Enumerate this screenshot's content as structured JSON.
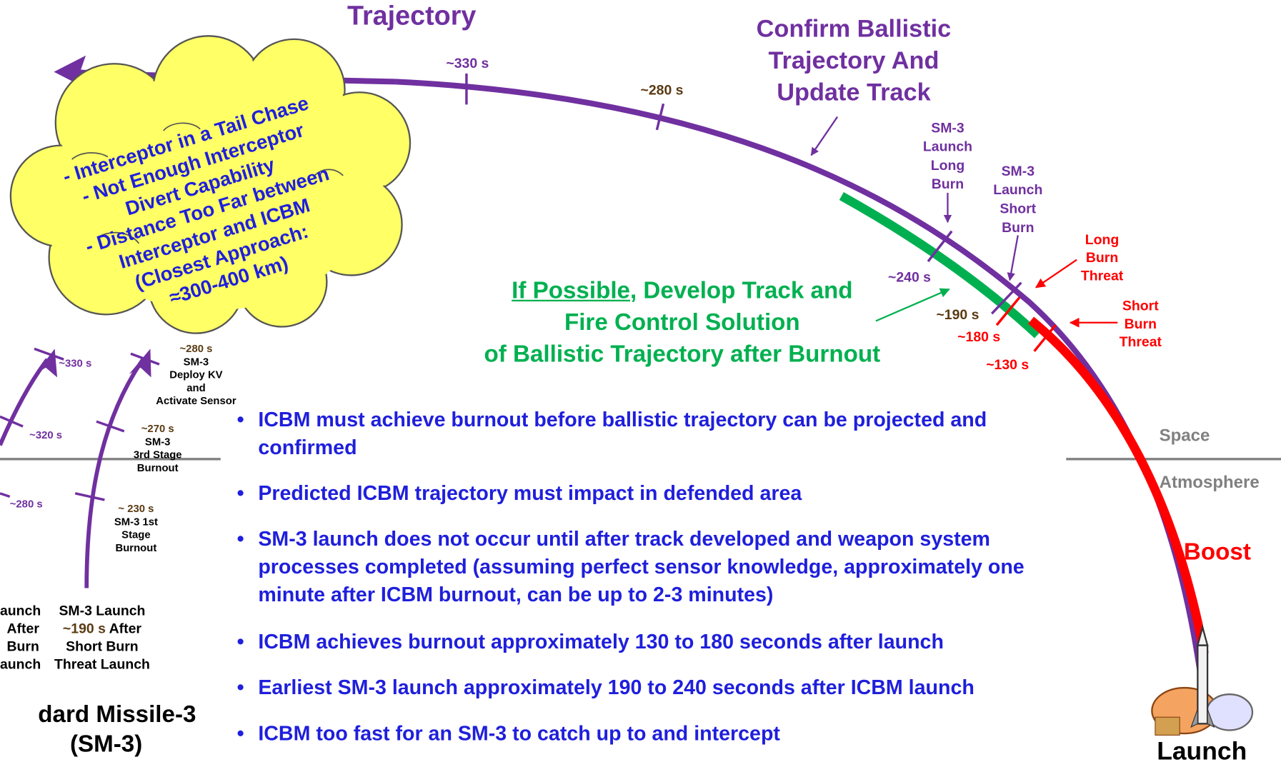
{
  "title_top": "Trajectory",
  "confirm_label": [
    "Confirm Ballistic",
    "Trajectory And",
    "Update Track"
  ],
  "time_marks": {
    "t330_top": "~330 s",
    "t280_top": "~280 s",
    "t240": "~240 s",
    "t190": "~190 s",
    "t180": "~180 s",
    "t130": "~130 s"
  },
  "sm3_long": [
    "SM-3",
    "Launch",
    "Long",
    "Burn"
  ],
  "sm3_short": [
    "SM-3",
    "Launch",
    "Short",
    "Burn"
  ],
  "long_threat": [
    "Long",
    "Burn",
    "Threat"
  ],
  "short_threat": [
    "Short",
    "Burn",
    "Threat"
  ],
  "fire_control": {
    "underlined": "If Possible",
    "rest": ", Develop Track and",
    "line2": "Fire Control Solution",
    "line3": "of Ballistic Trajectory after Burnout"
  },
  "cloud": {
    "line1": "- Interceptor in a  Tail Chase",
    "line2": "- Not Enough Interceptor",
    "line3": "Divert Capability",
    "line4": "- Distance Too Far between",
    "line5": "Interceptor and ICBM",
    "line6": "(Closest Approach:",
    "line7": "≈300-400 km)"
  },
  "left_marks": {
    "a330": "~330 s",
    "a320": "~320 s",
    "a280": "~280 s",
    "b280_time": "~280 s",
    "b280_text": [
      "SM-3",
      "Deploy KV",
      "and",
      "Activate Sensor"
    ],
    "b270_time": "~270 s",
    "b270_text": [
      "SM-3",
      "3rd Stage",
      "Burnout"
    ],
    "b230_time": "~ 230 s",
    "b230_text": [
      "SM-3 1st",
      "Stage",
      "Burnout"
    ]
  },
  "left_launch": [
    "aunch",
    "After",
    "Burn",
    "aunch"
  ],
  "short_launch": {
    "line1": "SM-3 Launch",
    "time": "~190 s",
    "after": " After",
    "line3": "Short Burn",
    "line4": "Threat Launch"
  },
  "missile_name": [
    "dard Missile-3",
    "(SM-3)"
  ],
  "bullets": [
    "ICBM must achieve burnout before ballistic trajectory can be projected and confirmed",
    "Predicted ICBM trajectory must impact in defended area",
    "SM-3 launch does not occur until after track developed and weapon system processes completed (assuming perfect sensor knowledge, approximately one minute after ICBM burnout, can be up to 2-3 minutes)",
    "ICBM achieves burnout approximately 130 to 180 seconds after launch",
    "Earliest SM-3 launch approximately 190 to 240 seconds after ICBM launch",
    "ICBM too fast for an SM-3 to catch up to and intercept"
  ],
  "bullet_char": "•",
  "space_label": "Space",
  "atmosphere_label": "Atmosphere",
  "boost_label": "Boost",
  "launch_label": "Launch",
  "colors": {
    "purple": "#7030a0",
    "red": "#ff0000",
    "green": "#00b050",
    "blue": "#1f1fdc",
    "brown": "#5a3a12",
    "cloud_fill": "#ffff66",
    "gray": "#808080"
  }
}
